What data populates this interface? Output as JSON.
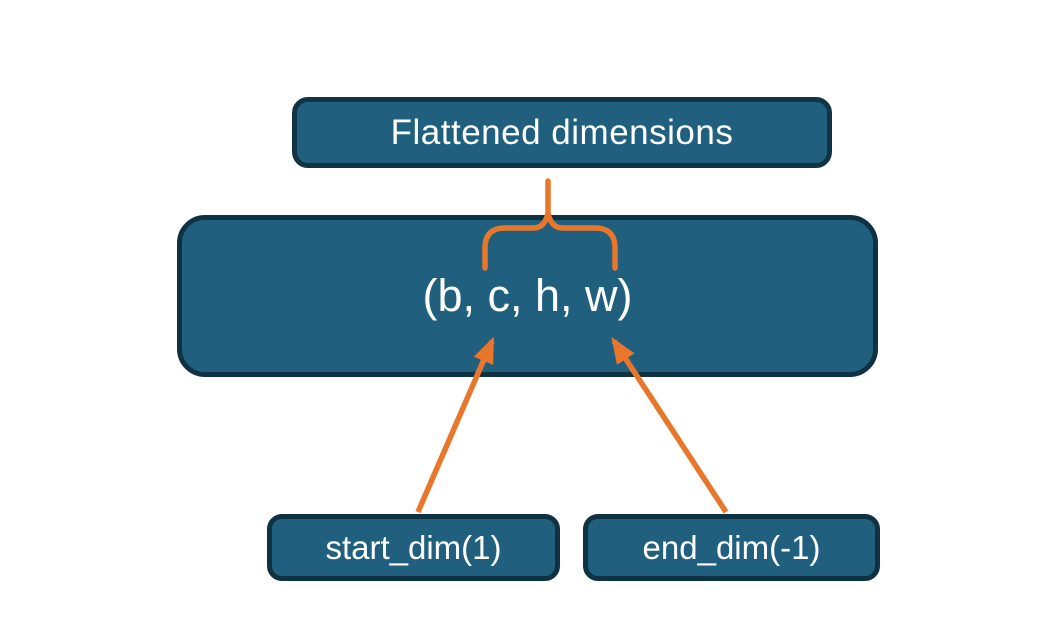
{
  "diagram": {
    "top_box": {
      "label": "Flattened dimensions"
    },
    "tensor_box": {
      "label": "(b, c, h, w)"
    },
    "param_boxes": {
      "start": {
        "label": "start_dim(1)"
      },
      "end": {
        "label": "end_dim(-1)"
      }
    },
    "colors": {
      "box_fill": "#20607E",
      "box_border": "#0E3242",
      "accent": "#E8772C",
      "text": "#FFFFFF",
      "background": "#FFFFFF"
    }
  }
}
